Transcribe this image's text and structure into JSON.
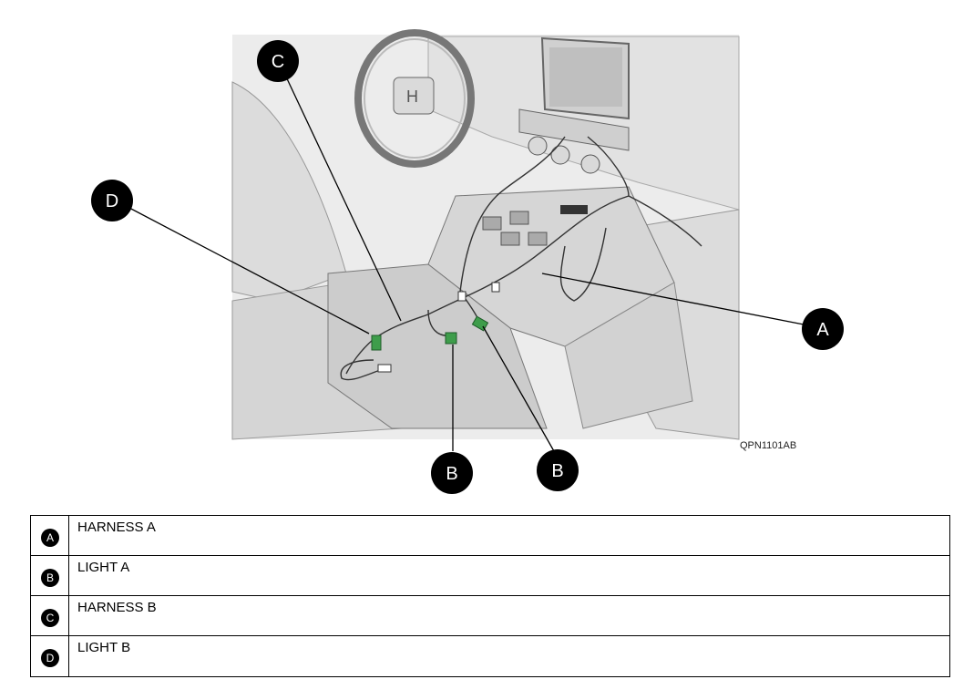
{
  "figure": {
    "code": "QPN1101AB",
    "callouts": [
      {
        "id": "c1",
        "letter": "C"
      },
      {
        "id": "c2",
        "letter": "D"
      },
      {
        "id": "c3",
        "letter": "A"
      },
      {
        "id": "c4",
        "letter": "B"
      },
      {
        "id": "c5",
        "letter": "B"
      }
    ],
    "connector_color": "#3e9d4b"
  },
  "legend": [
    {
      "key": "A",
      "label": "HARNESS A"
    },
    {
      "key": "B",
      "label": "LIGHT A"
    },
    {
      "key": "C",
      "label": "HARNESS B"
    },
    {
      "key": "D",
      "label": "LIGHT B"
    }
  ]
}
